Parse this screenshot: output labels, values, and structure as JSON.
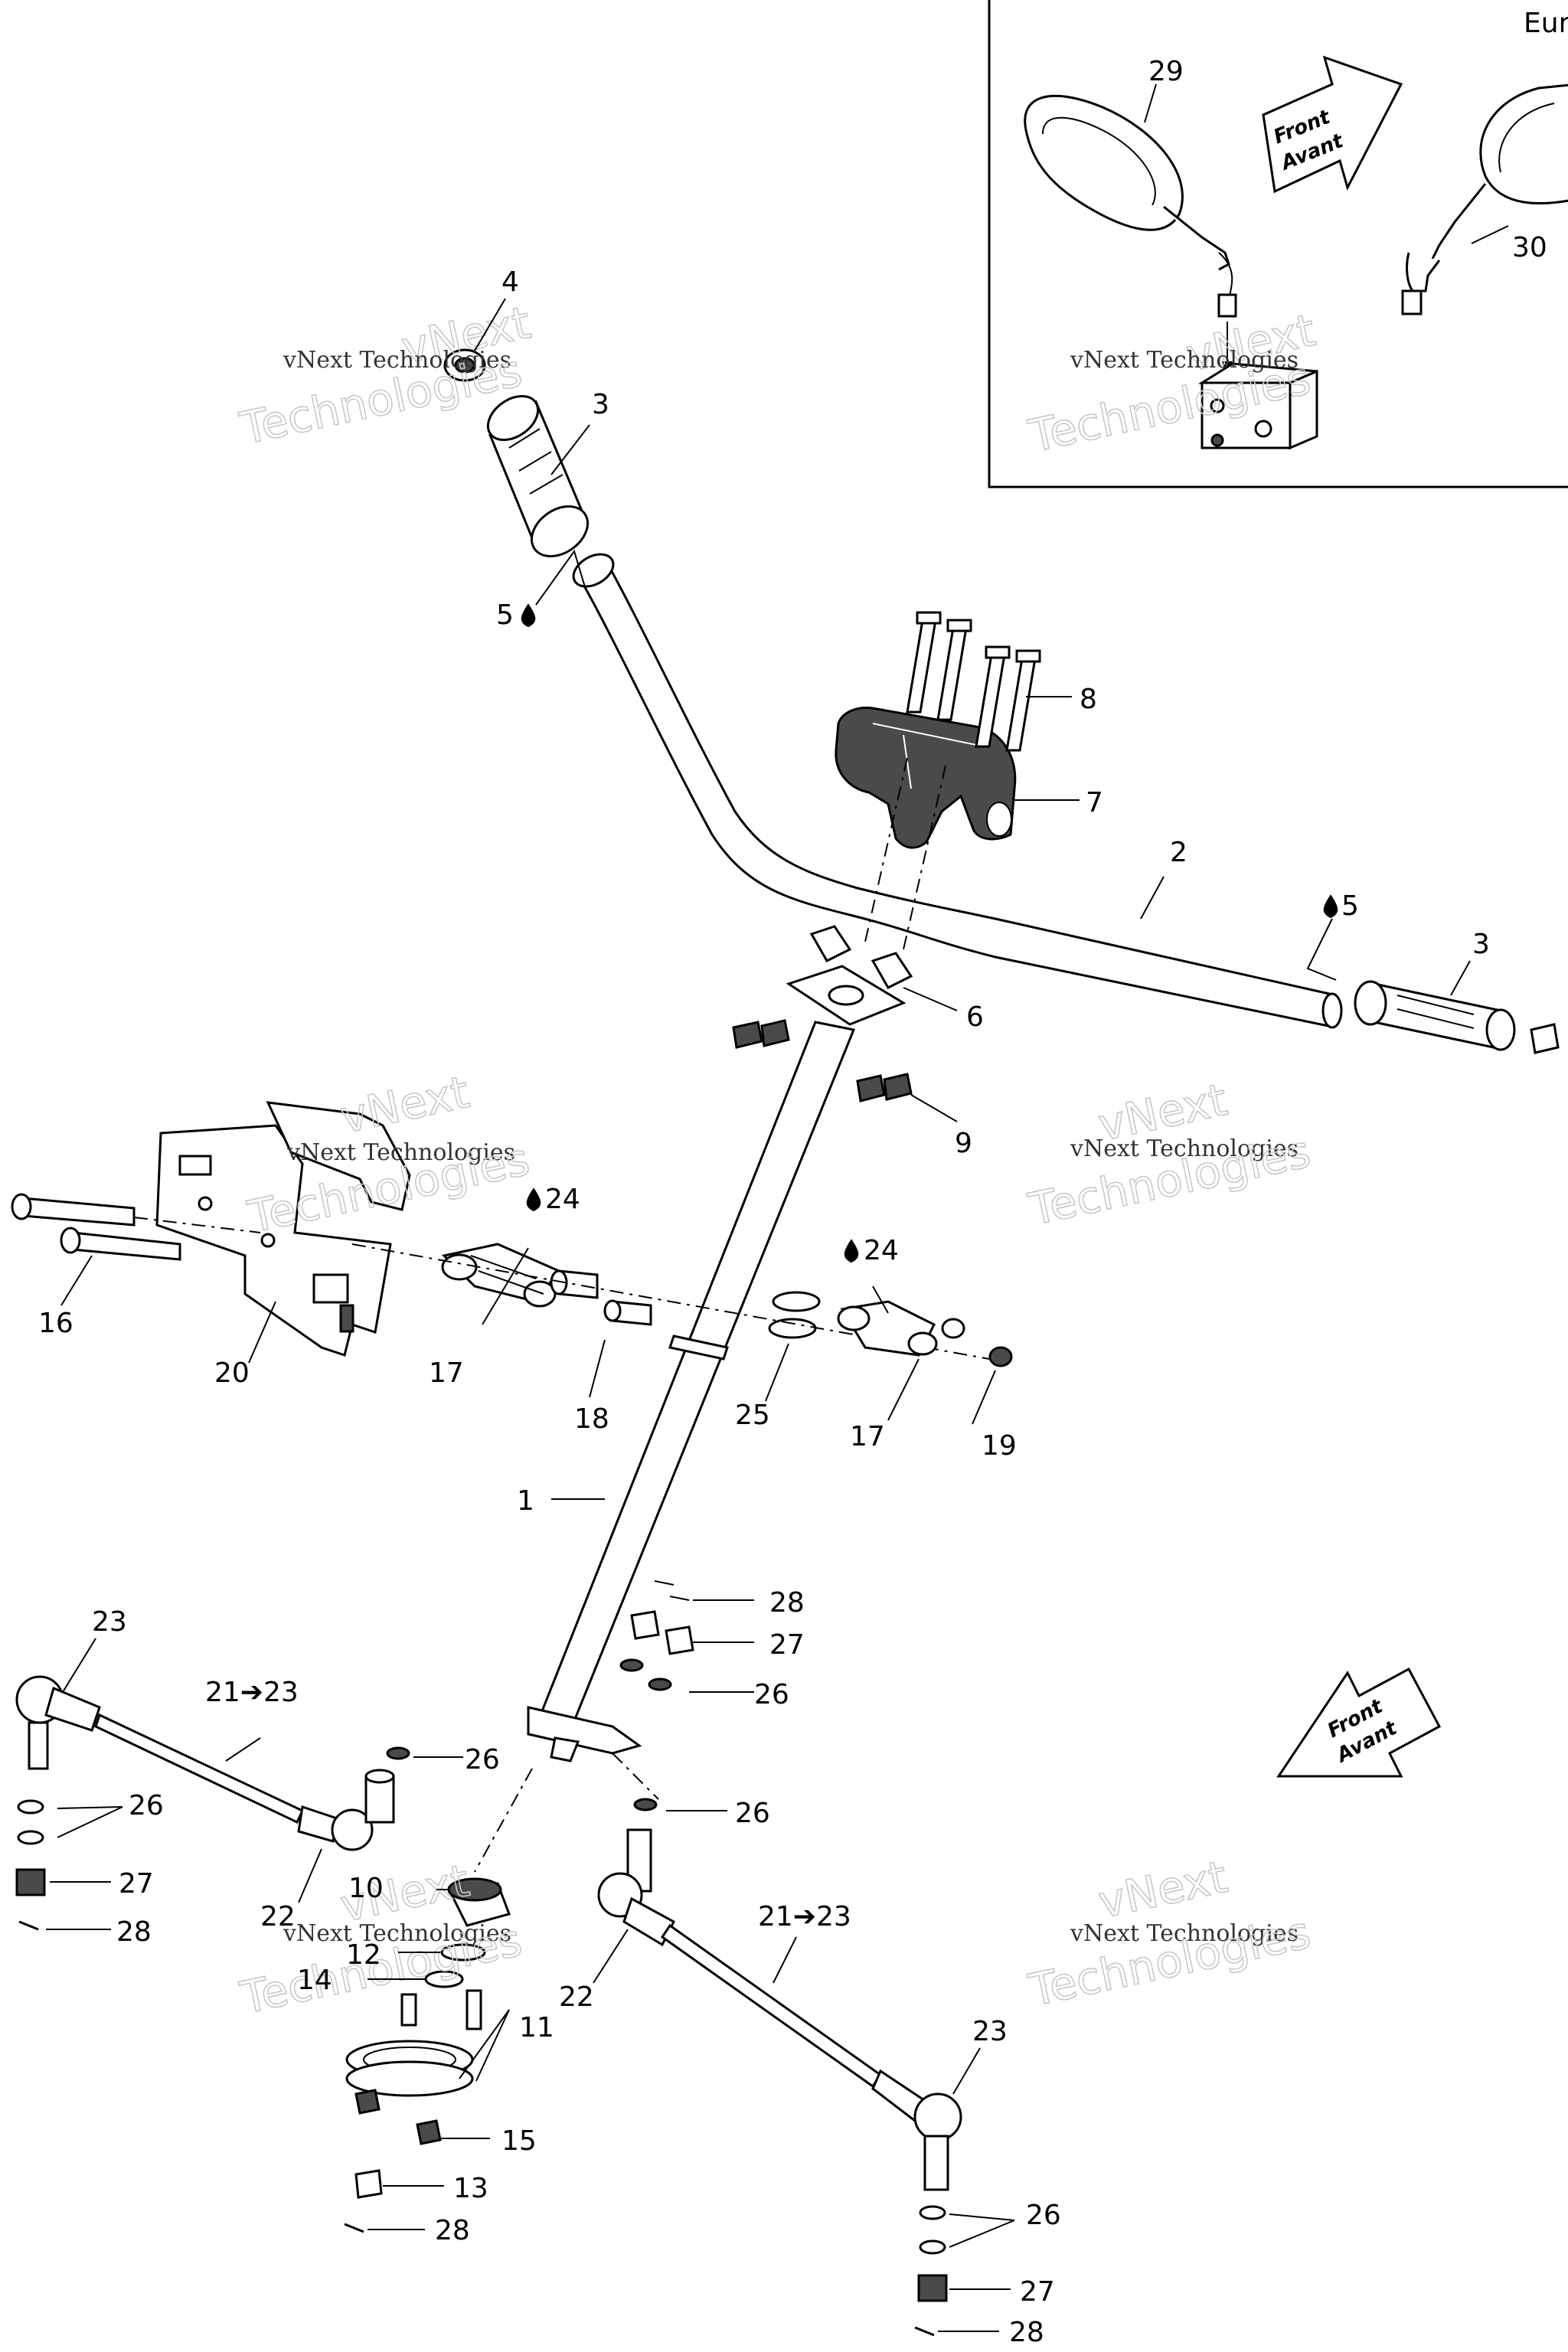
{
  "inset": {
    "title": "Eur",
    "arrow_text_1": "Front",
    "arrow_text_2": "Avant"
  },
  "main_arrow": {
    "text_1": "Front",
    "text_2": "Avant"
  },
  "watermark": {
    "line_small": "vNext Technologies",
    "line_big": "Technologies",
    "line_top": "vNext"
  },
  "callouts": [
    {
      "id": "c29",
      "text": "29"
    },
    {
      "id": "c30",
      "text": "30"
    },
    {
      "id": "c4",
      "text": "4"
    },
    {
      "id": "c3a",
      "text": "3"
    },
    {
      "id": "c5a",
      "text": "5"
    },
    {
      "id": "c8",
      "text": "8"
    },
    {
      "id": "c7",
      "text": "7"
    },
    {
      "id": "c2",
      "text": "2"
    },
    {
      "id": "c5b",
      "text": "5"
    },
    {
      "id": "c3b",
      "text": "3"
    },
    {
      "id": "c6",
      "text": "6"
    },
    {
      "id": "c9",
      "text": "9"
    },
    {
      "id": "c24a",
      "text": "24"
    },
    {
      "id": "c24b",
      "text": "24"
    },
    {
      "id": "c16",
      "text": "16"
    },
    {
      "id": "c20",
      "text": "20"
    },
    {
      "id": "c17a",
      "text": "17"
    },
    {
      "id": "c18",
      "text": "18"
    },
    {
      "id": "c25",
      "text": "25"
    },
    {
      "id": "c17b",
      "text": "17"
    },
    {
      "id": "c19",
      "text": "19"
    },
    {
      "id": "c1",
      "text": "1"
    },
    {
      "id": "c28a",
      "text": "28"
    },
    {
      "id": "c27a",
      "text": "27"
    },
    {
      "id": "c26a",
      "text": "26"
    },
    {
      "id": "c23a",
      "text": "23"
    },
    {
      "id": "c2123a",
      "text": "21➔23"
    },
    {
      "id": "c26b",
      "text": "26"
    },
    {
      "id": "c26c",
      "text": "26"
    },
    {
      "id": "c26d",
      "text": "26"
    },
    {
      "id": "c27b",
      "text": "27"
    },
    {
      "id": "c28b",
      "text": "28"
    },
    {
      "id": "c22a",
      "text": "22"
    },
    {
      "id": "c10",
      "text": "10"
    },
    {
      "id": "c12",
      "text": "12"
    },
    {
      "id": "c14",
      "text": "14"
    },
    {
      "id": "c2123b",
      "text": "21➔23"
    },
    {
      "id": "c22b",
      "text": "22"
    },
    {
      "id": "c23b",
      "text": "23"
    },
    {
      "id": "c11",
      "text": "11"
    },
    {
      "id": "c15",
      "text": "15"
    },
    {
      "id": "c13",
      "text": "13"
    },
    {
      "id": "c28c",
      "text": "28"
    },
    {
      "id": "c26e",
      "text": "26"
    },
    {
      "id": "c27c",
      "text": "27"
    },
    {
      "id": "c28d",
      "text": "28"
    }
  ]
}
